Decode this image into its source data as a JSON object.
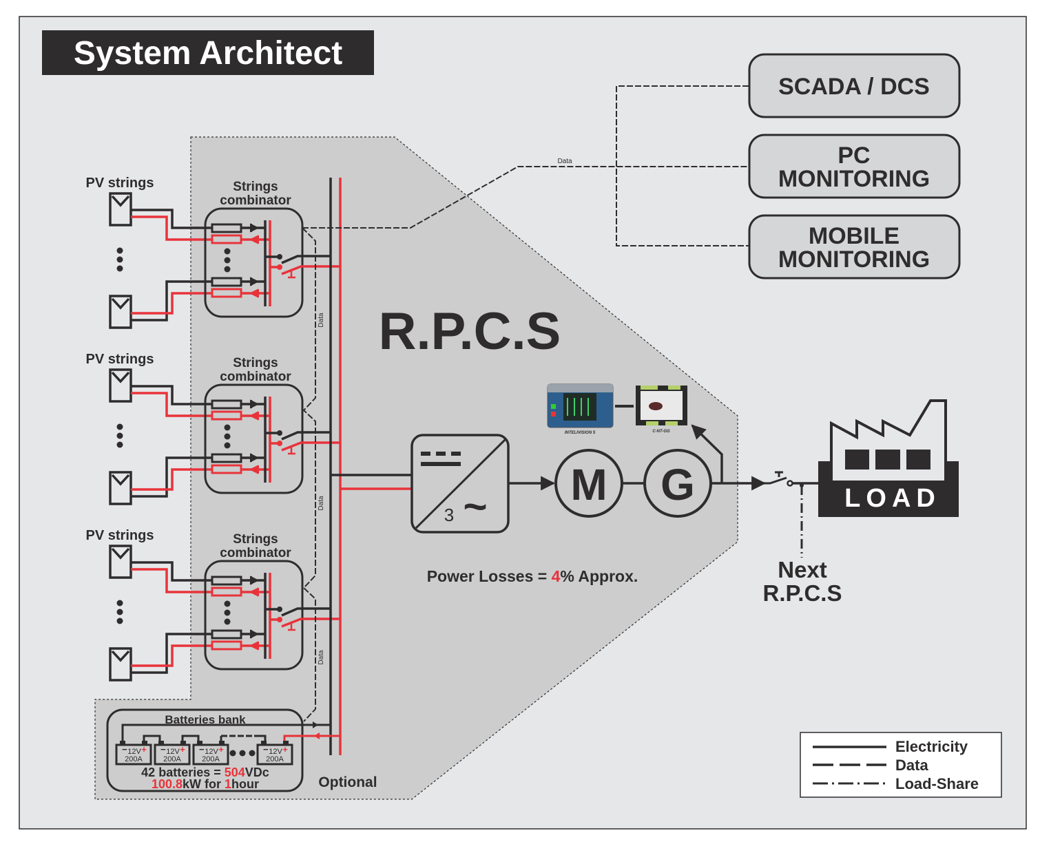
{
  "title": "System Architect",
  "colors": {
    "background": "#e6e7e9",
    "region": "#cdcdcd",
    "ink": "#2e2c2d",
    "accent_red": "#e8333a",
    "box_fill": "#d5d6d8"
  },
  "pv_groups": [
    {
      "pv_label": "PV strings",
      "combinator_line1": "Strings",
      "combinator_line2": "combinator"
    },
    {
      "pv_label": "PV strings",
      "combinator_line1": "Strings",
      "combinator_line2": "combinator"
    },
    {
      "pv_label": "PV strings",
      "combinator_line1": "Strings",
      "combinator_line2": "combinator"
    }
  ],
  "data_label": "Data",
  "batteries": {
    "title": "Batteries bank",
    "cell_voltage": "12V",
    "cell_capacity": "200A",
    "cell_minus": "−",
    "cell_plus": "+",
    "summary_prefix": "42 batteries = ",
    "summary_voltage": "504",
    "summary_suffix": "VDc",
    "power_value": "100.8",
    "power_mid": "kW for ",
    "duration_value": "1",
    "duration_suffix": "hour",
    "count": 42
  },
  "optional_label": "Optional",
  "rpcs_label": "R.P.C.S",
  "inverter": {
    "phase_label": "3",
    "ac_symbol": "~"
  },
  "motor_label": "M",
  "generator_label": "G",
  "controllers": [
    {
      "name": "INTELIVISION 5"
    },
    {
      "name": "C-NT-GG"
    }
  ],
  "power_losses": {
    "prefix": "Power Losses = ",
    "value": "4",
    "suffix": "% Approx."
  },
  "monitoring": [
    {
      "line1": "SCADA / DCS",
      "line2": ""
    },
    {
      "line1": "PC",
      "line2": "MONITORING"
    },
    {
      "line1": "MOBILE",
      "line2": "MONITORING"
    }
  ],
  "load_label": "LOAD",
  "next_rpcs": {
    "line1": "Next",
    "line2": "R.P.C.S"
  },
  "legend": [
    {
      "label": "Electricity",
      "style": "solid"
    },
    {
      "label": "Data",
      "style": "dashed"
    },
    {
      "label": "Load-Share",
      "style": "dash-dot"
    }
  ]
}
